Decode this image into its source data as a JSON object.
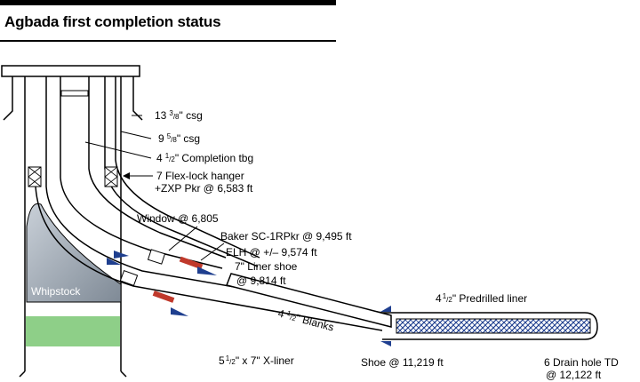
{
  "title": "Agbada first completion status",
  "labels": {
    "casing_13": {
      "whole": "13",
      "num": "3",
      "den": "8",
      "rest": "\" csg"
    },
    "casing_9": {
      "whole": "9",
      "num": "5",
      "den": "8",
      "rest": "\" csg"
    },
    "tubing": {
      "whole": "4",
      "num": "1",
      "den": "2",
      "rest": "\" Completion tbg"
    },
    "hanger_line1": "7 Flex-lock hanger",
    "hanger_line2": "+ZXP Pkr @ 6,583 ft",
    "window": "Window @ 6,805",
    "baker_pkr": "Baker SC-1RPkr @ 9,495 ft",
    "elh": "ELH @ +/– 9,574 ft",
    "liner_shoe_line1": "7\" Liner shoe",
    "liner_shoe_line2": "@ 9,814 ft",
    "predrilled_liner": {
      "whole": "4",
      "num": "1",
      "den": "2",
      "rest": "\" Predrilled liner"
    },
    "blanks": {
      "whole": "4",
      "num": "1",
      "den": "2",
      "rest": "\" Blanks"
    },
    "whipstock": "Whipstock",
    "xliner": {
      "whole": "5",
      "num": "1",
      "den": "2",
      "rest": "\" x 7\" X-liner"
    },
    "shoe": "Shoe @ 11,219 ft",
    "drain_line1": "6 Drain hole TD",
    "drain_line2": "@ 12,122 ft"
  },
  "colors": {
    "outline": "#000000",
    "tube_fill": "#ffffff",
    "whipstock_gray": "#9aa3ad",
    "cement_green": "#8ecf88",
    "packer_red": "#c0392b",
    "arrow_blue": "#1f3f8f",
    "predrilled_pattern": "#1f3f8f"
  }
}
